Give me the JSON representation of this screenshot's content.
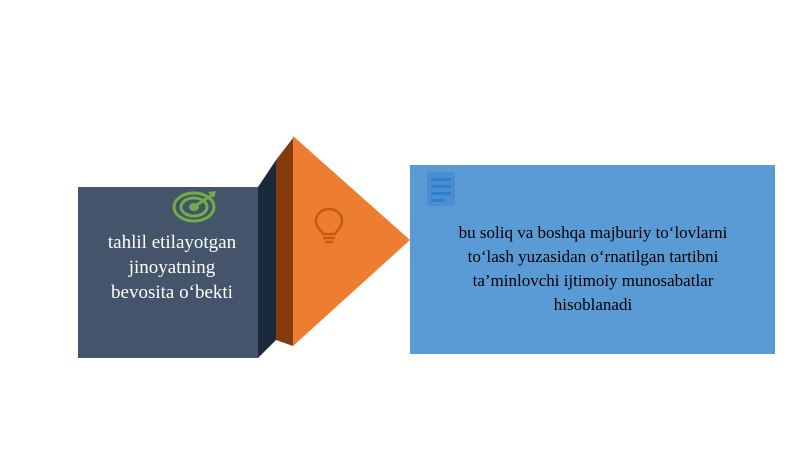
{
  "left_block": {
    "lines": [
      "tahlil etilayotgan",
      "jinoyatning",
      "bevosita o‘bekti"
    ],
    "icon": "target-icon",
    "color": "#44546a",
    "icon_color": "#70ad47"
  },
  "connector": {
    "icon": "lightbulb-icon",
    "color": "#ed7d31",
    "shadow_color": "#843c0c"
  },
  "right_block": {
    "lines": [
      "bu soliq va boshqa majburiy to‘lovlarni",
      "to‘lash yuzasidan o‘rnatilgan tartibni",
      "ta’minlovchi ijtimoiy munosabatlar",
      "hisoblanadi"
    ],
    "icon": "list-icon",
    "color": "#5b9bd5"
  }
}
